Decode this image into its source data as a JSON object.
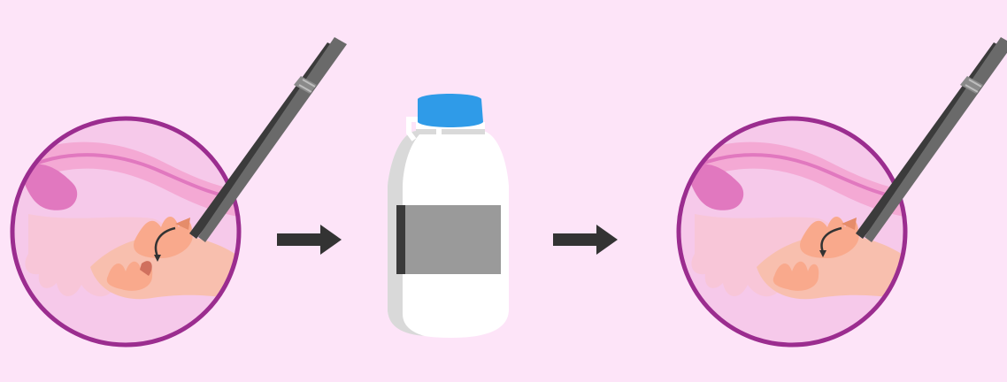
{
  "colors": {
    "background": "#fde4f8",
    "circle_fill": "#f6c9ea",
    "circle_border": "#9b2d8f",
    "tissue_pink": "#f4a9d4",
    "tissue_dark": "#e178bf",
    "tissue_peach": "#f8bfae",
    "tissue_orange": "#f9a98c",
    "tweezers_dark": "#3b3b3b",
    "tweezers_mid": "#6a6a6a",
    "tissue_sample": "#e58c6a",
    "arrow": "#333333",
    "bottle_white": "#ffffff",
    "bottle_shadow": "#d9d9d9",
    "bottle_cap": "#2f9be8",
    "bottle_label": "#9a9a9a",
    "bottle_label_edge": "#3a3a3a"
  },
  "diagram": {
    "steps": [
      {
        "name": "tissue-removal",
        "icon": "tweezers-icon"
      },
      {
        "name": "storage-bottle",
        "icon": "bottle-icon"
      },
      {
        "name": "tissue-return",
        "icon": "tweezers-icon"
      }
    ],
    "connectors": [
      "arrow-right-icon",
      "arrow-right-icon"
    ]
  }
}
